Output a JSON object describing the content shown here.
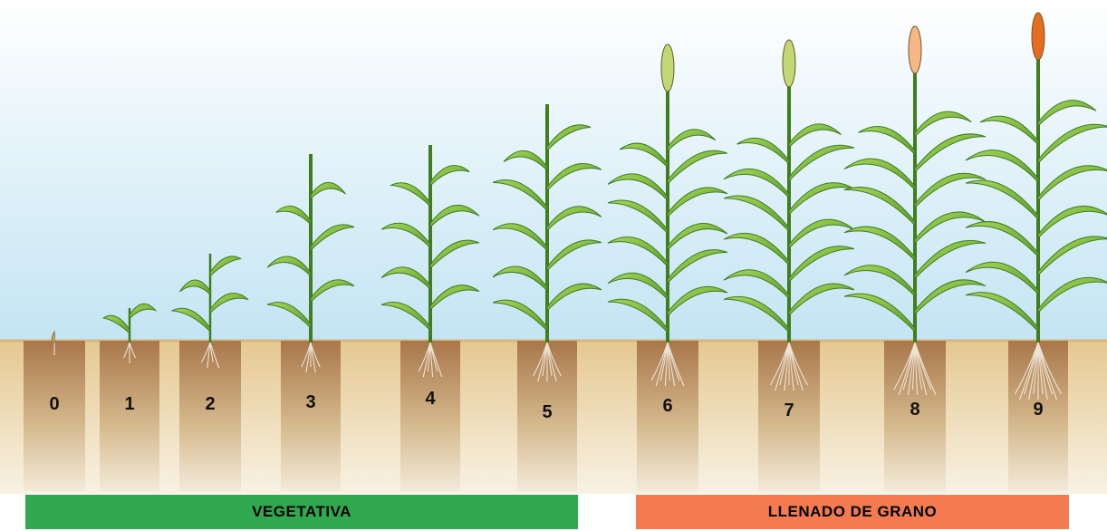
{
  "stages": [
    {
      "number": "0"
    },
    {
      "number": "1"
    },
    {
      "number": "2"
    },
    {
      "number": "3"
    },
    {
      "number": "4"
    },
    {
      "number": "5"
    },
    {
      "number": "6"
    },
    {
      "number": "7"
    },
    {
      "number": "8"
    },
    {
      "number": "9"
    }
  ],
  "phases": {
    "vegetative": {
      "label": "VEGETATIVA",
      "color": "#2fa84f"
    },
    "grain_fill": {
      "label": "LLENADO DE GRANO",
      "color": "#f47b50"
    }
  },
  "colors": {
    "sky_top": "#ffffff",
    "sky_bottom": "#c3e4f3",
    "soil_surface": "#e8cf9c",
    "soil_column": "#b68654",
    "leaf": "#8cc63e",
    "leaf_dark": "#3f7d1f",
    "panicle_green": "#c2d874",
    "panicle_orange": "#f6b886",
    "panicle_red": "#e56d21"
  },
  "icons": [
    "seed-icon",
    "sorghum-plant-icon",
    "roots-icon",
    "panicle-icon"
  ]
}
